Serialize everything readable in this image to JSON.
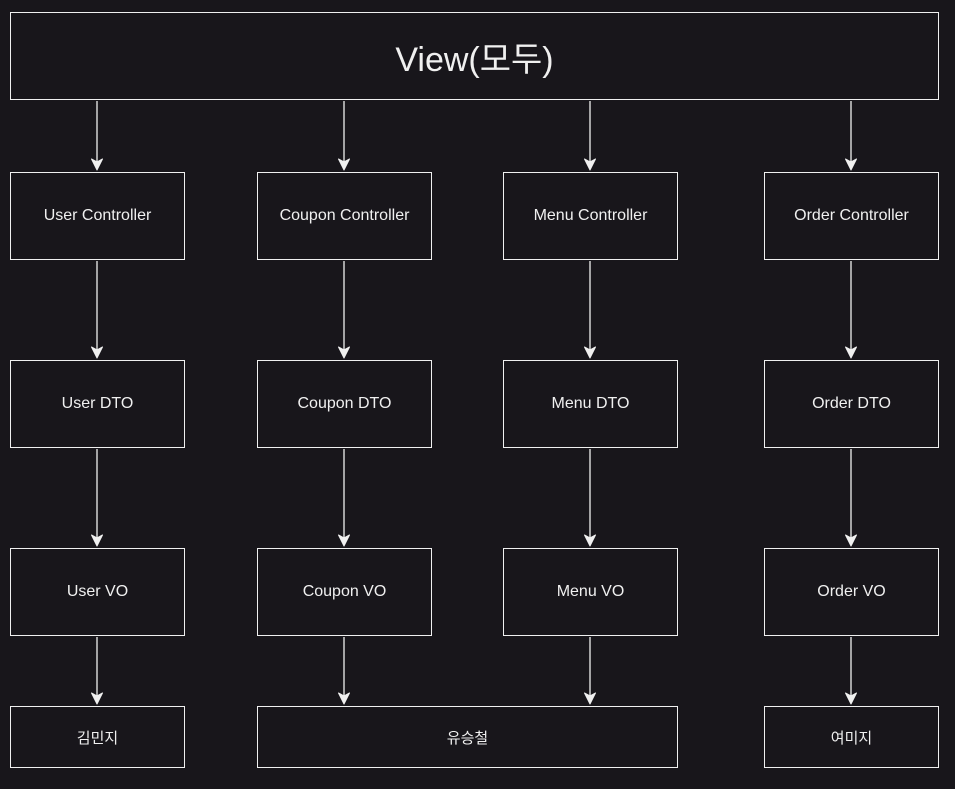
{
  "view": {
    "label": "View(모두)"
  },
  "columns": [
    {
      "controller": "User Controller",
      "dto": "User DTO",
      "vo": "User VO"
    },
    {
      "controller": "Coupon Controller",
      "dto": "Coupon DTO",
      "vo": "Coupon VO"
    },
    {
      "controller": "Menu Controller",
      "dto": "Menu DTO",
      "vo": "Menu VO"
    },
    {
      "controller": "Order Controller",
      "dto": "Order DTO",
      "vo": "Order VO"
    }
  ],
  "owners": [
    "김민지",
    "유승철",
    "여미지"
  ],
  "colors": {
    "background": "#18161b",
    "stroke": "#f0f0f0",
    "text": "#f0f0f0"
  }
}
